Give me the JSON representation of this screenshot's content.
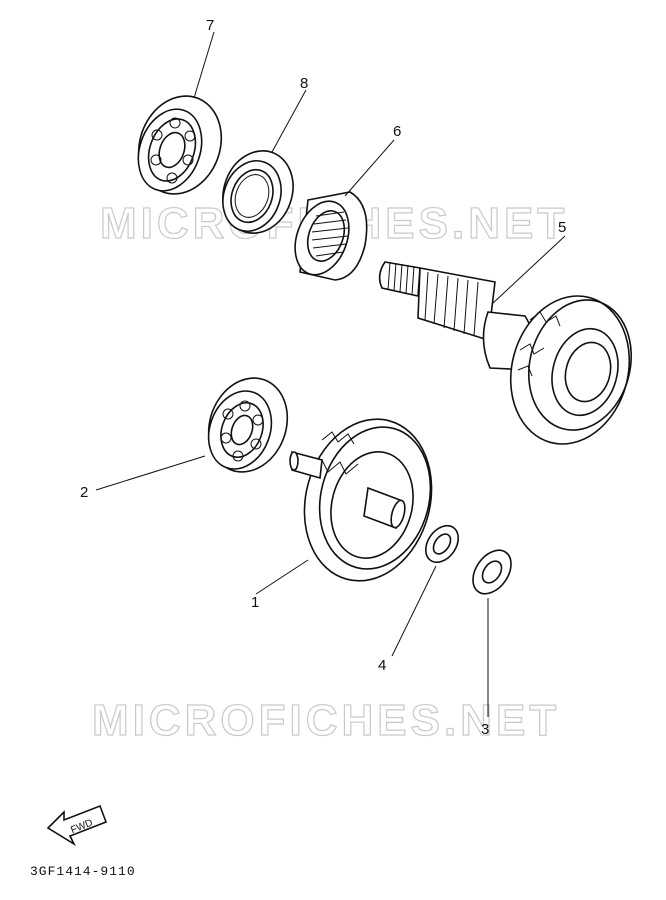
{
  "watermark": "MICROFICHES.NET",
  "callouts": [
    {
      "id": "1",
      "label": "1"
    },
    {
      "id": "2",
      "label": "2"
    },
    {
      "id": "3",
      "label": "3"
    },
    {
      "id": "4",
      "label": "4"
    },
    {
      "id": "5",
      "label": "5"
    },
    {
      "id": "6",
      "label": "6"
    },
    {
      "id": "7",
      "label": "7"
    },
    {
      "id": "8",
      "label": "8"
    }
  ],
  "fwd_label": "FWD",
  "diagram_code": "3GF1414-9110"
}
